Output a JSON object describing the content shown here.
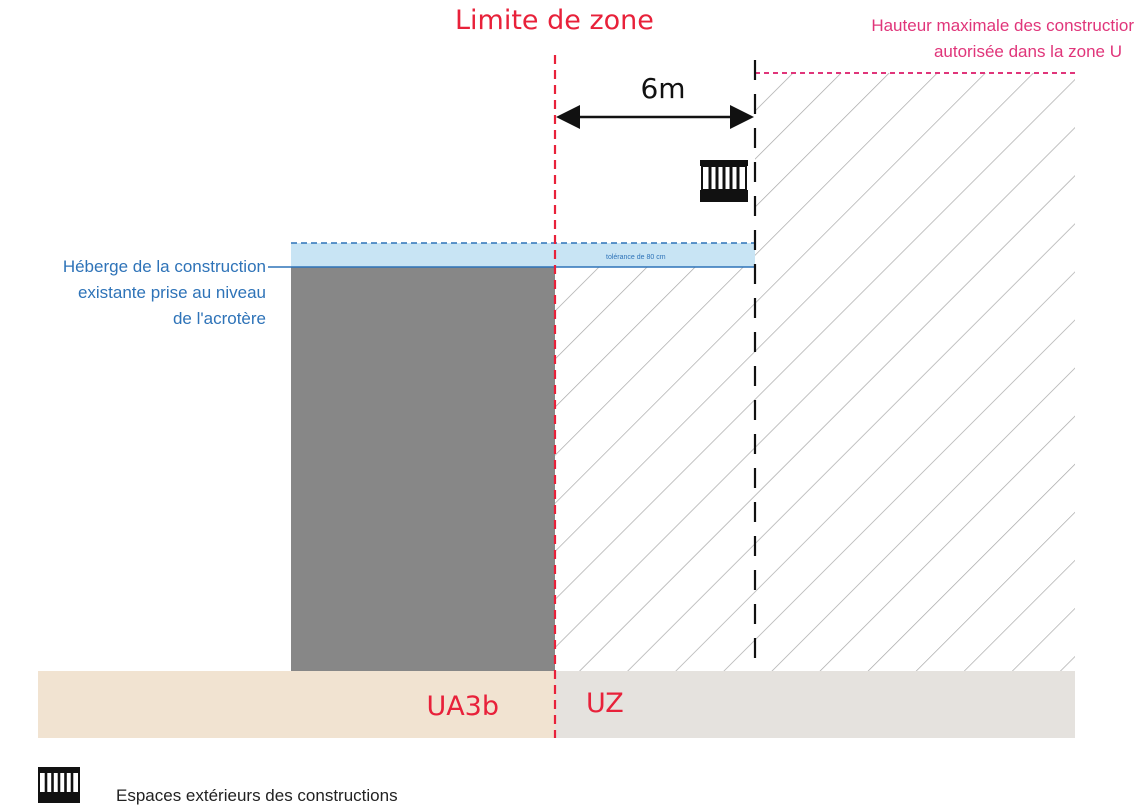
{
  "diagram": {
    "zone_limit_label": "Limite de zone",
    "max_height_label_line1": "Hauteur maximale des constructior",
    "max_height_label_line2": "autorisée dans la zone U",
    "distance_label": "6m",
    "heberge_label_line1": "Héberge de la construction",
    "heberge_label_line2": "existante prise au niveau",
    "heberge_label_line3": "de l'acrotère",
    "tolerance_label": "tolérance de 80 cm",
    "zone_left_label": "UA3b",
    "zone_right_label": "UZ"
  },
  "legend": {
    "items": [
      {
        "icon": "outdoor-space-icon",
        "label": "Espaces extérieurs des constructions"
      }
    ]
  },
  "colors": {
    "zone_limit": "#e8213a",
    "max_height_line": "#e0357a",
    "heberge": "#2e73b8",
    "tolerance_band": "#c8e4f4",
    "existing_building": "#878787",
    "ground_ua3b": "#f1e3d1",
    "ground_uz": "#e5e2de",
    "hatch": "#aaaaaa"
  }
}
